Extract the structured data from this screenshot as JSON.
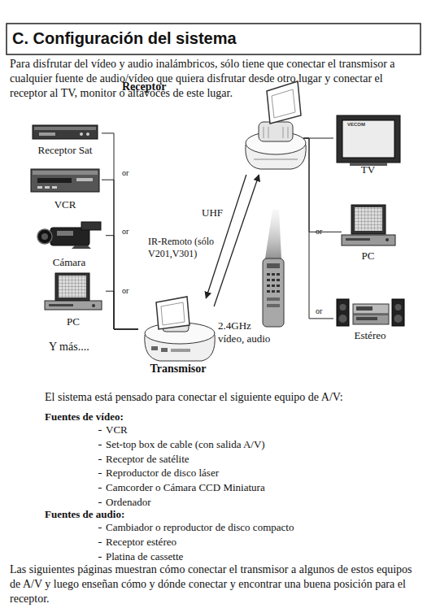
{
  "diagram": {
    "title": "C. Configuración del sistema",
    "nodes": [
      {
        "text": [
          "Receptor Sat"
        ]
      },
      {
        "text": [
          "VCR"
        ]
      },
      {
        "text": [
          "Cámara"
        ]
      },
      {
        "text": [
          "PC"
        ]
      },
      {
        "text": [
          "Receptor"
        ]
      },
      {
        "text": [
          "Transmisor"
        ]
      },
      {
        "text": [
          "TV"
        ]
      },
      {
        "text": [
          "PC"
        ]
      },
      {
        "text": [
          "Estéreo"
        ]
      }
    ],
    "edges": [
      {
        "from": 0,
        "to": 5,
        "arrow": "none"
      },
      {
        "from": 1,
        "to": 5,
        "arrow": "none"
      },
      {
        "from": 2,
        "to": 5,
        "arrow": "none"
      },
      {
        "from": 3,
        "to": 5,
        "arrow": "none"
      },
      {
        "from": 4,
        "to": 6,
        "arrow": "none"
      },
      {
        "from": 4,
        "to": 7,
        "arrow": "none"
      },
      {
        "from": 4,
        "to": 8,
        "arrow": "none"
      },
      {
        "from": 4,
        "to": 5,
        "label": "UHF",
        "arrow": "to"
      },
      {
        "from": 5,
        "to": 4,
        "label": "2.4GHz vídeo, audio",
        "arrow": "to"
      }
    ],
    "labels": [
      "Para disfrutar del vídeo y audio inalámbricos, sólo tiene que conectar el transmisor a cualquier fuente de audio/vídeo que quiera disfrutar desde otro lugar y conectar el receptor al TV, monitor o altavoces de este lugar.",
      "VECOM",
      "or",
      "or",
      "or",
      "or",
      "or",
      "IR-Remoto (sólo V201,V301)",
      "Y más....",
      "El sistema está pensado para conectar el siguiente equipo de A/V:",
      "Fuentes de vídeo:",
      "VCR",
      "Set-top box de cable (con salida A/V)",
      "Receptor de satélite",
      "Reproductor de disco láser",
      "Camcorder o Cámara CCD Miniatura",
      "Ordenador",
      "Fuentes de audio:",
      "Cambiador o reproductor de disco compacto",
      "Receptor estéreo",
      "Platina de cassette",
      "Las siguientes páginas muestran cómo conectar el transmisor a algunos de estos equipos de A/V y luego enseñan cómo y dónde conectar y encontrar una buena posición para el receptor."
    ]
  }
}
